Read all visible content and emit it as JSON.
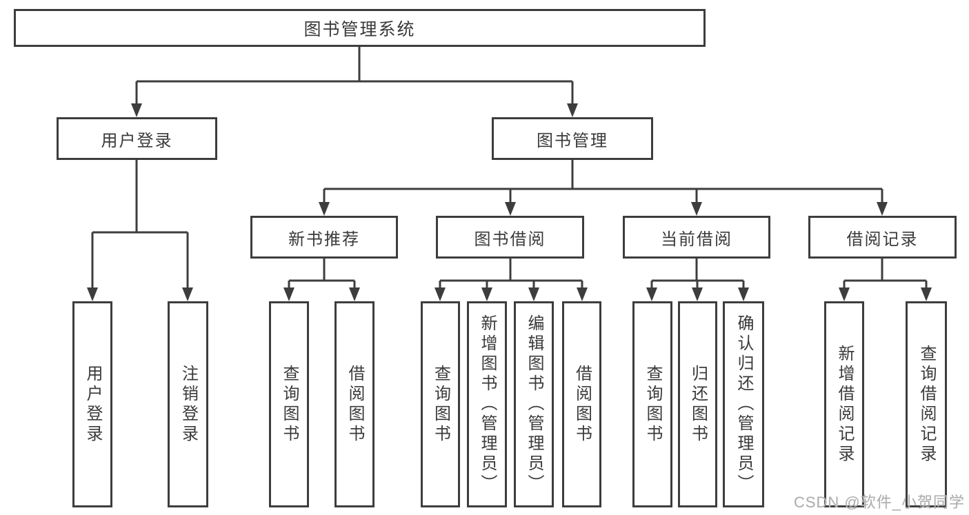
{
  "tree": {
    "label": "图书管理系统",
    "children": [
      {
        "label": "用户登录",
        "children": [
          {
            "label": "用户登录"
          },
          {
            "label": "注销登录"
          }
        ]
      },
      {
        "label": "图书管理",
        "children": [
          {
            "label": "新书推荐",
            "children": [
              {
                "label": "查询图书"
              },
              {
                "label": "借阅图书"
              }
            ]
          },
          {
            "label": "图书借阅",
            "children": [
              {
                "label": "查询图书"
              },
              {
                "label": "新增图书（管理员）"
              },
              {
                "label": "编辑图书（管理员）"
              },
              {
                "label": "借阅图书"
              }
            ]
          },
          {
            "label": "当前借阅",
            "children": [
              {
                "label": "查询图书"
              },
              {
                "label": "归还图书"
              },
              {
                "label": "确认归还（管理员）"
              }
            ]
          },
          {
            "label": "借阅记录",
            "children": [
              {
                "label": "新增借阅记录"
              },
              {
                "label": "查询借阅记录"
              }
            ]
          }
        ]
      }
    ]
  },
  "watermark": "CSDN @软件_小贺同学",
  "colors": {
    "line": "#3d3d3d",
    "text": "#3a3a3a",
    "watermark": "#b0b0b0"
  }
}
